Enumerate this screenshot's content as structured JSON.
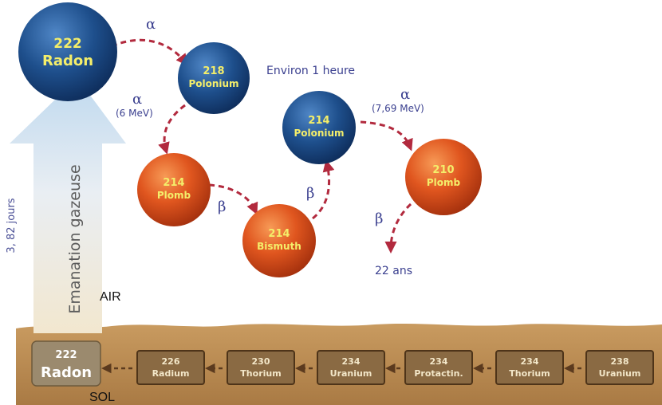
{
  "atmosphere": {
    "radon": {
      "mass": "222",
      "name": "Radon"
    },
    "polonium218": {
      "mass": "218",
      "name": "Polonium"
    },
    "plomb214": {
      "mass": "214",
      "name": "Plomb"
    },
    "bismuth214": {
      "mass": "214",
      "name": "Bismuth"
    },
    "polonium214": {
      "mass": "214",
      "name": "Polonium"
    },
    "plomb210": {
      "mass": "210",
      "name": "Plomb"
    }
  },
  "decays": {
    "radon_to_po218": {
      "symbol": "α"
    },
    "po218_halflife": "Environ 1 heure",
    "po218_to_pb214": {
      "symbol": "α",
      "energy": "(6 MeV)"
    },
    "pb214_to_bi214": {
      "symbol": "β"
    },
    "bi214_to_po214": {
      "symbol": "β"
    },
    "po214_to_pb210": {
      "symbol": "α",
      "energy": "(7,69 MeV)"
    },
    "pb210_out": {
      "symbol": "β",
      "halflife": "22 ans"
    }
  },
  "emanation": {
    "label": "Emanation gazeuse",
    "halflife": "3, 82 jours"
  },
  "layers": {
    "air": "AIR",
    "sol": "SOL"
  },
  "ground": {
    "radon": {
      "mass": "222",
      "name": "Radon"
    },
    "chain": [
      {
        "mass": "226",
        "name": "Radium"
      },
      {
        "mass": "230",
        "name": "Thorium"
      },
      {
        "mass": "234",
        "name": "Uranium"
      },
      {
        "mass": "234",
        "name": "Protactin."
      },
      {
        "mass": "234",
        "name": "Thorium"
      },
      {
        "mass": "238",
        "name": "Uranium"
      }
    ]
  },
  "colors": {
    "blue_atom": "#1e4f8c",
    "red_atom": "#d9461a",
    "arrow": "#b22a3e",
    "label": "#3a3f8f",
    "soil": "#b98a52"
  }
}
